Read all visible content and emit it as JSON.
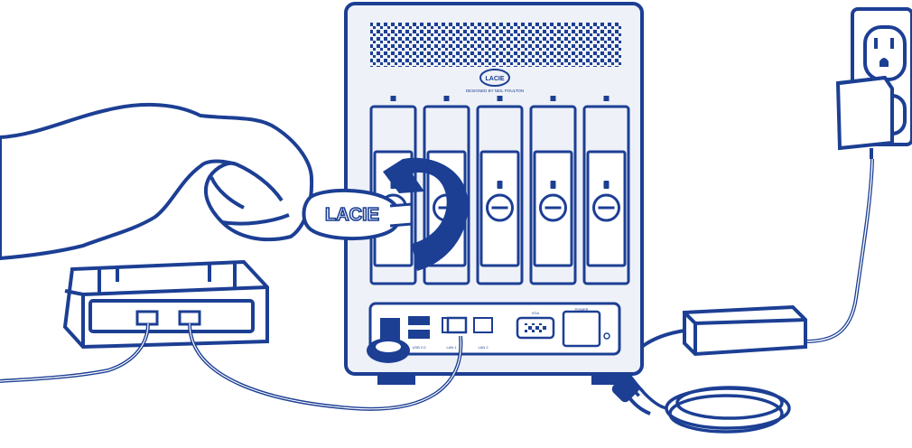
{
  "colors": {
    "line": "#1c3f94",
    "fill_light": "#eef1f7",
    "fill_white": "#ffffff"
  },
  "nas": {
    "logo_text": "LACIE",
    "tagline": "DESIGNED BY NEIL POULTON",
    "bay_count": 5,
    "port_labels": {
      "usb": "USB 2.0",
      "lan1": "LAN 1",
      "lan2": "LAN 2",
      "vga": "VGA",
      "power": "POWER"
    }
  },
  "key": {
    "logo_text": "LACIE"
  },
  "icons": [
    "hand-icon",
    "key-icon",
    "rotate-arrow-icon",
    "power-outlet-icon",
    "power-adapter-icon",
    "network-switch-icon",
    "lock-icon"
  ]
}
